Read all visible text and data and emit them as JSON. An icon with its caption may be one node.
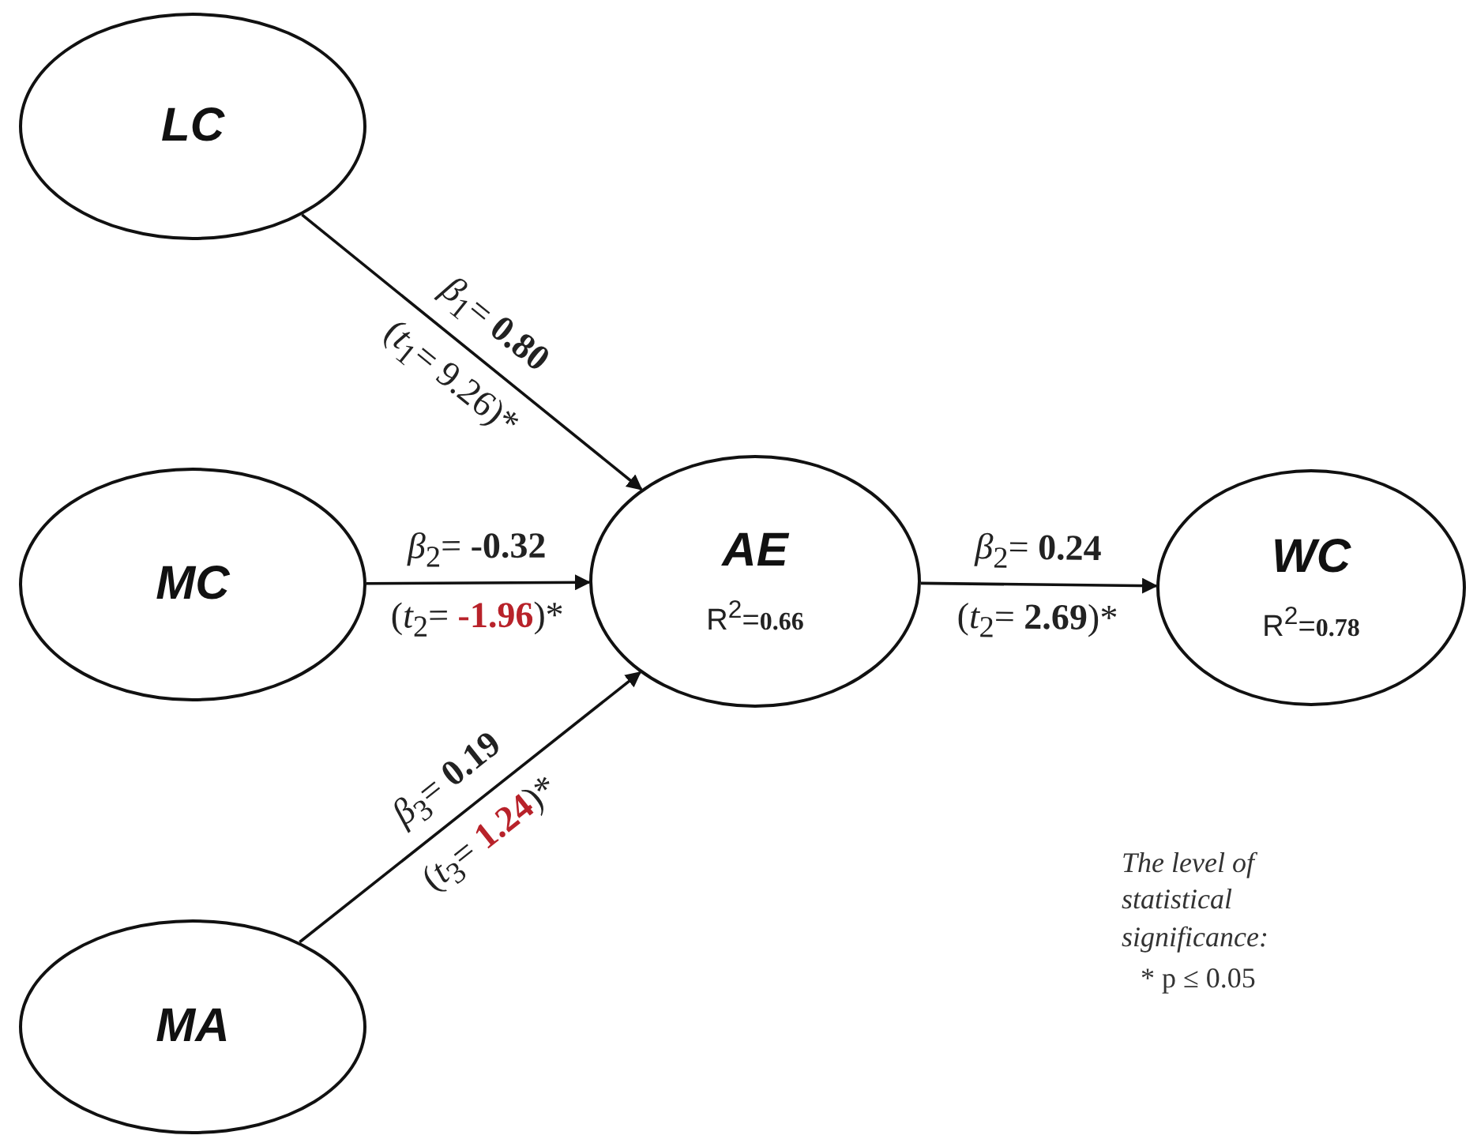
{
  "diagram": {
    "nodes": [
      {
        "text": [
          "LC"
        ]
      },
      {
        "text": [
          "MC"
        ]
      },
      {
        "text": [
          "MA"
        ]
      },
      {
        "text": [
          "AE",
          "R$^{2}$=**0.66**"
        ]
      },
      {
        "text": [
          "WC",
          "R$^{2}$=**0.78**"
        ]
      }
    ],
    "edges": [
      {
        "from": 0,
        "to": 3,
        "arrow": "to",
        "label": "*β*$_{1}$= **0.80**"
      },
      {
        "from": 1,
        "to": 3,
        "arrow": "to",
        "label": "*β*$_{2}$= **-0.32**"
      },
      {
        "from": 2,
        "to": 3,
        "arrow": "to",
        "label": "*β*$_{3}$= **0.19**"
      },
      {
        "from": 3,
        "to": 4,
        "arrow": "to",
        "label": "*β*$_{2}$= **0.24**"
      }
    ],
    "labels": [
      "(*t*$_{1}$= 9.26)*",
      "(*t*$_{2}$= **-1.96**)*",
      "(*t*$_{3}$= **1.24**)*",
      "(*t*$_{2}$= **2.69**)*",
      "The level of statistical significance:",
      "* p ≤ 0.05"
    ]
  }
}
